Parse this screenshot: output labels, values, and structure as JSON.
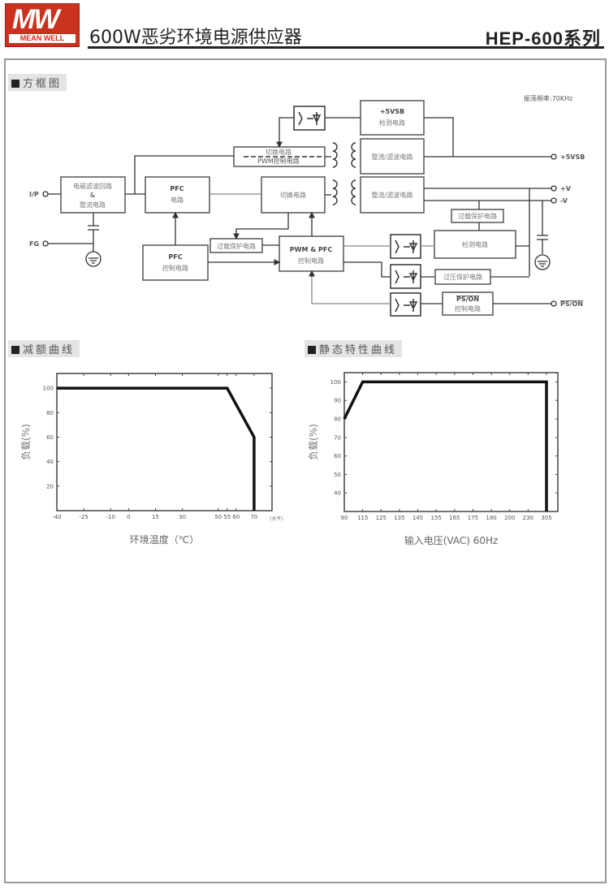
{
  "header": {
    "logo_text": "MW",
    "logo_brand": "MEAN WELL",
    "title": "600W恶劣环境电源供应器",
    "series": "HEP-600系列"
  },
  "block_diagram": {
    "section_title": "方框图",
    "osc_freq": "振荡频率:70KHz",
    "emi_line1": "电磁滤波回路",
    "emi_line2": "&",
    "emi_line3": "整流电路",
    "pfc_title": "PFC",
    "pfc_sub": "电路",
    "pfc_ctrl_title": "PFC",
    "pfc_ctrl_sub": "控制电路",
    "sb_switch_line1": "切换电路",
    "sb_switch_line2": "PWM控制电路",
    "switch": "切换电路",
    "vsb_detect_title": "+5VSB",
    "vsb_detect_sub": "检测电路",
    "rectifier1": "整流/滤波电路",
    "rectifier2": "整流/滤波电路",
    "overload_left": "过载保护电路",
    "overload_right": "过载保护电路",
    "pwm_pfc_title": "PWM & PFC",
    "pwm_pfc_sub": "控制电路",
    "detect": "检测电路",
    "ovp": "过压保护电路",
    "pson_title": "PS/ON",
    "pson_sub": "控制电路",
    "terminals": {
      "ip": "I/P",
      "fg": "FG",
      "vsb": "+5VSB",
      "vplus": "+V",
      "vminus": "-V",
      "pson": "PS/ON"
    }
  },
  "chart_data": [
    {
      "type": "line",
      "section_title": "减额曲线",
      "title": "",
      "xlabel": "环境温度（℃）",
      "ylabel": "负载(%)",
      "x_unit_note": "(水平)",
      "xticks": [
        -40,
        -25,
        -10,
        0,
        15,
        30,
        50,
        55,
        60,
        70
      ],
      "yticks": [
        20,
        40,
        60,
        80,
        100
      ],
      "xlim": [
        -40,
        80
      ],
      "ylim": [
        0,
        112
      ],
      "x": [
        -40,
        55,
        70,
        70
      ],
      "y": [
        100,
        100,
        60,
        0
      ]
    },
    {
      "type": "line",
      "section_title": "静态特性曲线",
      "title": "",
      "xlabel": "输入电压(VAC) 60Hz",
      "ylabel": "负载(%)",
      "categories": [
        "90",
        "115",
        "125",
        "135",
        "145",
        "155",
        "165",
        "175",
        "180",
        "200",
        "230",
        "305"
      ],
      "yticks": [
        40,
        50,
        60,
        70,
        80,
        90,
        100
      ],
      "ylim": [
        30,
        105
      ],
      "x": [
        "90",
        "115",
        "305",
        "305"
      ],
      "y": [
        80,
        100,
        100,
        30
      ]
    }
  ]
}
